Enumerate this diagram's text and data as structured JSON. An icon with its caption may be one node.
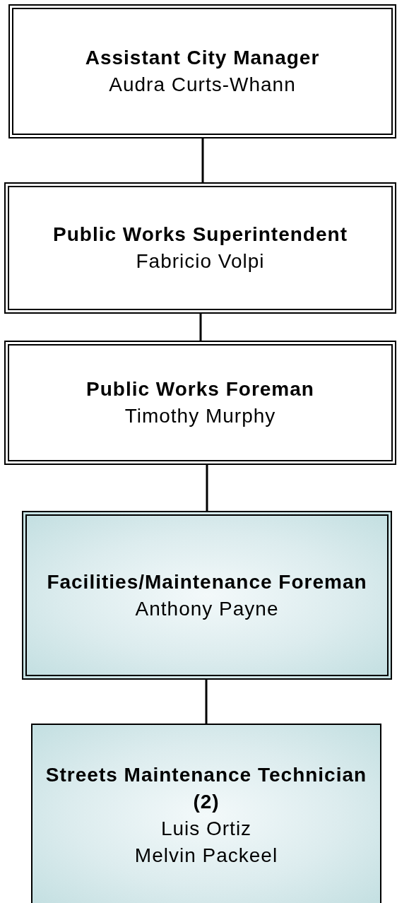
{
  "diagram": {
    "nodes": [
      {
        "text": [
          "Assistant City Manager",
          "Audra Curts-Whann"
        ]
      },
      {
        "text": [
          "Public Works Superintendent",
          "Fabricio Volpi"
        ]
      },
      {
        "text": [
          "Public Works Foreman",
          "Timothy Murphy"
        ]
      },
      {
        "text": [
          "Facilities/Maintenance Foreman",
          "Anthony Payne"
        ]
      },
      {
        "text": [
          "Streets Maintenance Technician (2)",
          "Luis Ortiz",
          "Melvin Packeel"
        ]
      }
    ],
    "edges": [
      {
        "from": 0,
        "to": 1,
        "arrow": "none"
      },
      {
        "from": 1,
        "to": 2,
        "arrow": "none"
      },
      {
        "from": 2,
        "to": 3,
        "arrow": "none"
      },
      {
        "from": 3,
        "to": 4,
        "arrow": "none"
      }
    ]
  }
}
